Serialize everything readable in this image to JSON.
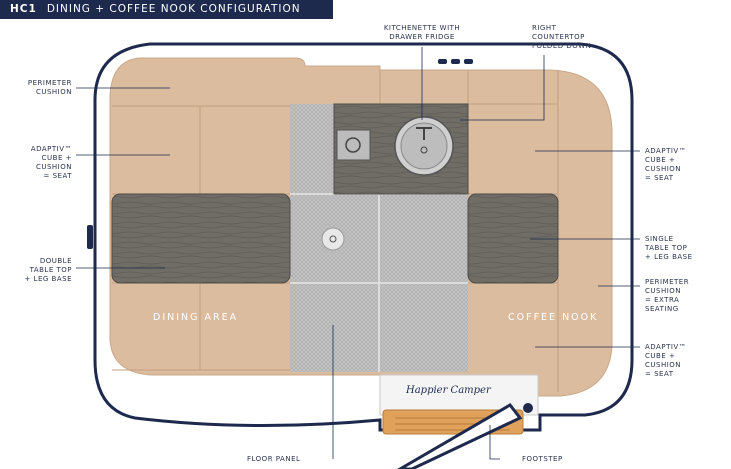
{
  "header": {
    "code": "HC1",
    "title": "DINING + COFFEE NOOK CONFIGURATION"
  },
  "labels": {
    "perimeter_cushion_left": [
      "PERIMETER",
      "CUSHION"
    ],
    "adaptiv_left": [
      "ADAPTIV™",
      "CUBE +",
      "CUSHION",
      "= SEAT"
    ],
    "double_table": [
      "DOUBLE",
      "TABLE TOP",
      "+ LEG BASE"
    ],
    "kitchenette": [
      "KITCHENETTE WITH",
      "DRAWER FRIDGE"
    ],
    "right_countertop": [
      "RIGHT",
      "COUNTERTOP",
      "FOLDED DOWN"
    ],
    "adaptiv_right_top": [
      "ADAPTIV™",
      "CUBE +",
      "CUSHION",
      "= SEAT"
    ],
    "single_table": [
      "SINGLE",
      "TABLE TOP",
      "+ LEG BASE"
    ],
    "perimeter_extra": [
      "PERIMETER",
      "CUSHION",
      "= EXTRA",
      "SEATING"
    ],
    "adaptiv_right_bottom": [
      "ADAPTIV™",
      "CUBE +",
      "CUSHION",
      "= SEAT"
    ],
    "floor_panel": "FLOOR PANEL",
    "footstep": "FOOTSTEP"
  },
  "areas": {
    "dining": "DINING AREA",
    "coffee": "COFFEE NOOK"
  },
  "brand": "Happier Camper",
  "colors": {
    "navy": "#1d2a4d",
    "cushion": "#dcbc9e",
    "cushion_edge": "#c9a888",
    "table": "#6f6c66",
    "floor": "#bdbdbd",
    "shell_white": "#ffffff",
    "footstep": "#e0a25a"
  }
}
